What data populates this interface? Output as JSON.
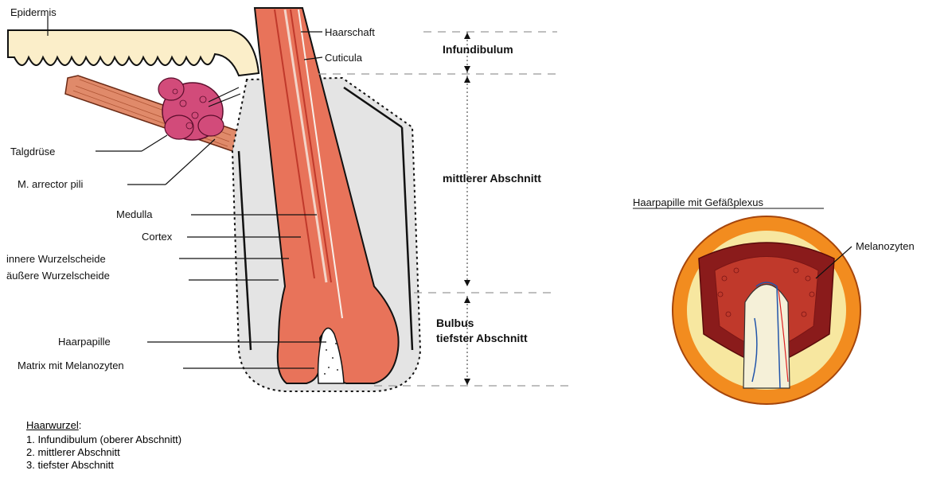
{
  "labels": {
    "epidermis": "Epidermis",
    "haarschaft": "Haarschaft",
    "cuticula": "Cuticula",
    "infundibulum": "Infundibulum",
    "talgdruese": "Talgdrüse",
    "arrector": "M. arrector pili",
    "mittlerer": "mittlerer Abschnitt",
    "medulla": "Medulla",
    "cortex": "Cortex",
    "innere": "innere Wurzelscheide",
    "aeussere": "äußere Wurzelscheide",
    "bulbus": "Bulbus",
    "tiefster": "tiefster Abschnitt",
    "haarpapille": "Haarpapille",
    "matrix": "Matrix mit Melanozyten",
    "papille_title": "Haarpapille mit Gefäßplexus",
    "melanozyten": "Melanozyten"
  },
  "legend": {
    "title": "Haarwurzel",
    "title_suffix": ":",
    "items": [
      "1. Infundibulum (oberer Abschnitt)",
      "2. mittlerer Abschnitt",
      "3. tiefster Abschnitt"
    ]
  },
  "colors": {
    "hair": "#e8735a",
    "hair_dark": "#c0392b",
    "sheath": "#e4e4e4",
    "epidermis": "#fbeec9",
    "gland": "#d24b7a",
    "muscle": "#e08a6a",
    "papilla_ring": "#f28c1f",
    "papilla_fill": "#f7e7a0"
  }
}
